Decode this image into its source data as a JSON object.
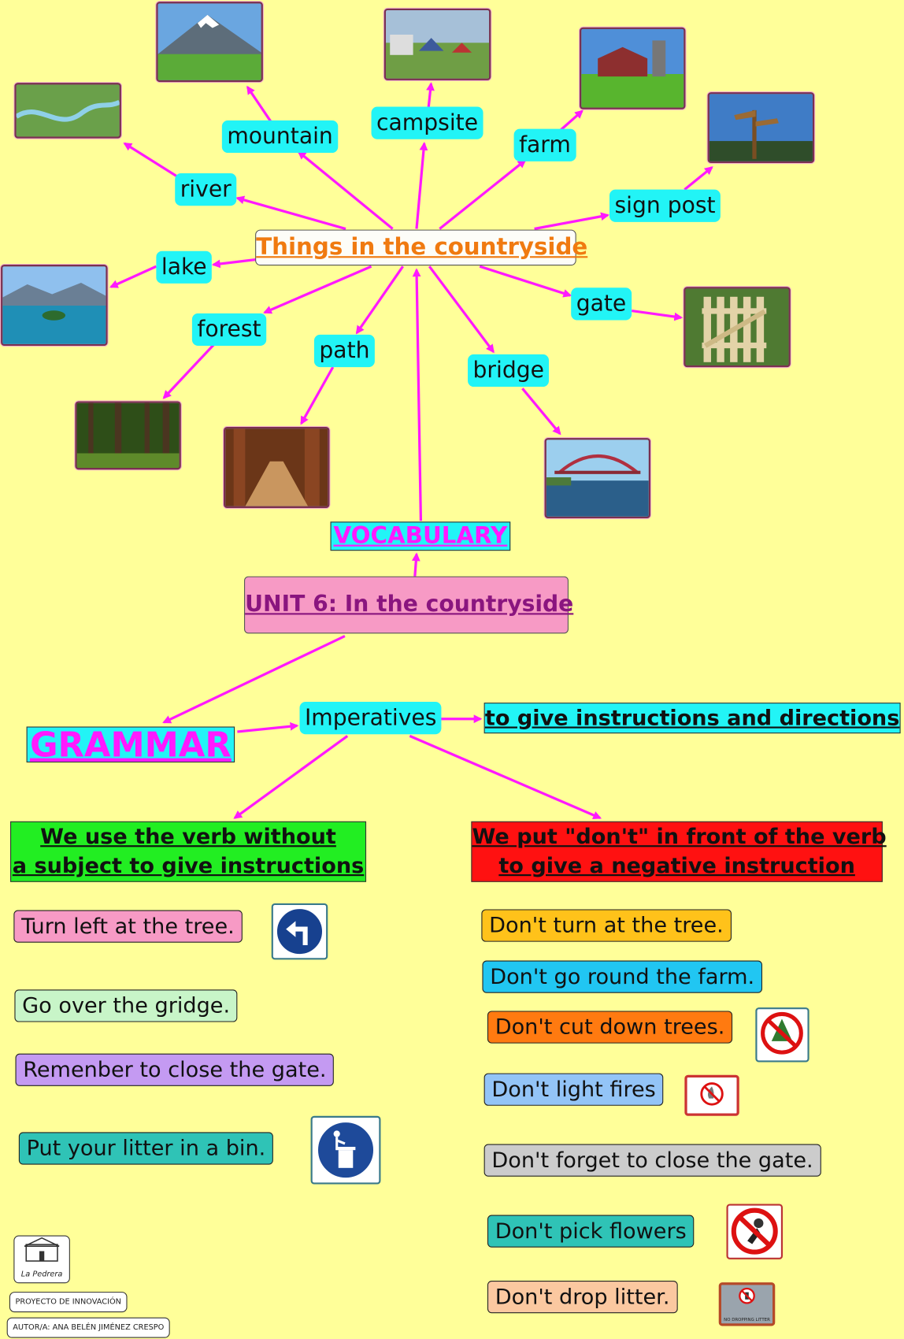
{
  "vocabulary": {
    "center_title": "Things in the countryside",
    "words": {
      "river": "river",
      "mountain": "mountain",
      "campsite": "campsite",
      "farm": "farm",
      "sign_post": "sign post",
      "lake": "lake",
      "forest": "forest",
      "path": "path",
      "bridge": "bridge",
      "gate": "gate"
    },
    "label": "VOCABULARY"
  },
  "unit_title": "UNIT 6: In the countryside",
  "grammar": {
    "label": "GRAMMAR",
    "topic": "Imperatives",
    "purpose": "to give instructions and directions",
    "rule_positive": [
      "We use the verb without",
      "a subject to give instructions"
    ],
    "rule_negative": [
      "We put \"don't\" in front of the verb",
      "to give a negative instruction"
    ]
  },
  "positive_examples": [
    "Turn left at the tree.",
    "Go over the gridge.",
    "Remenber to close the gate.",
    "Put your litter in a bin."
  ],
  "negative_examples": [
    "Don't turn at the tree.",
    "Don't go round the farm.",
    "Don't cut down trees.",
    "Don't light fires",
    "Don't forget to close the gate.",
    "Don't pick flowers",
    "Don't drop litter."
  ],
  "sign_texts": {
    "no_dropping_litter": "NO DROPPING LITTER"
  },
  "footer": {
    "school_logo_text": "La Pedrera",
    "project": "PROYECTO DE INNOVACIÓN",
    "author": "AUTOR/A: ANA BELÉN JIMÉNEZ CRESPO"
  },
  "colors": {
    "background": "#ffff99",
    "keyword": "#22f4f6",
    "arrow": "#ff19ff",
    "center_text": "#f07a10",
    "unit_box": "#f79ac5",
    "grammar_text": "#ff19ff",
    "positive_rule": "#22ee22",
    "negative_rule": "#ff1111",
    "ex_pink": "#f79ac5",
    "ex_mint": "#c8f5c8",
    "ex_purple": "#c49af2",
    "ex_teal": "#2fc3b6",
    "ex_yellow": "#ffc21a",
    "ex_sky": "#21c6f2",
    "ex_orange": "#ff7a10",
    "ex_lightblue": "#93c4f7",
    "ex_grey": "#cccccc",
    "ex_peach": "#fbc8a0"
  }
}
